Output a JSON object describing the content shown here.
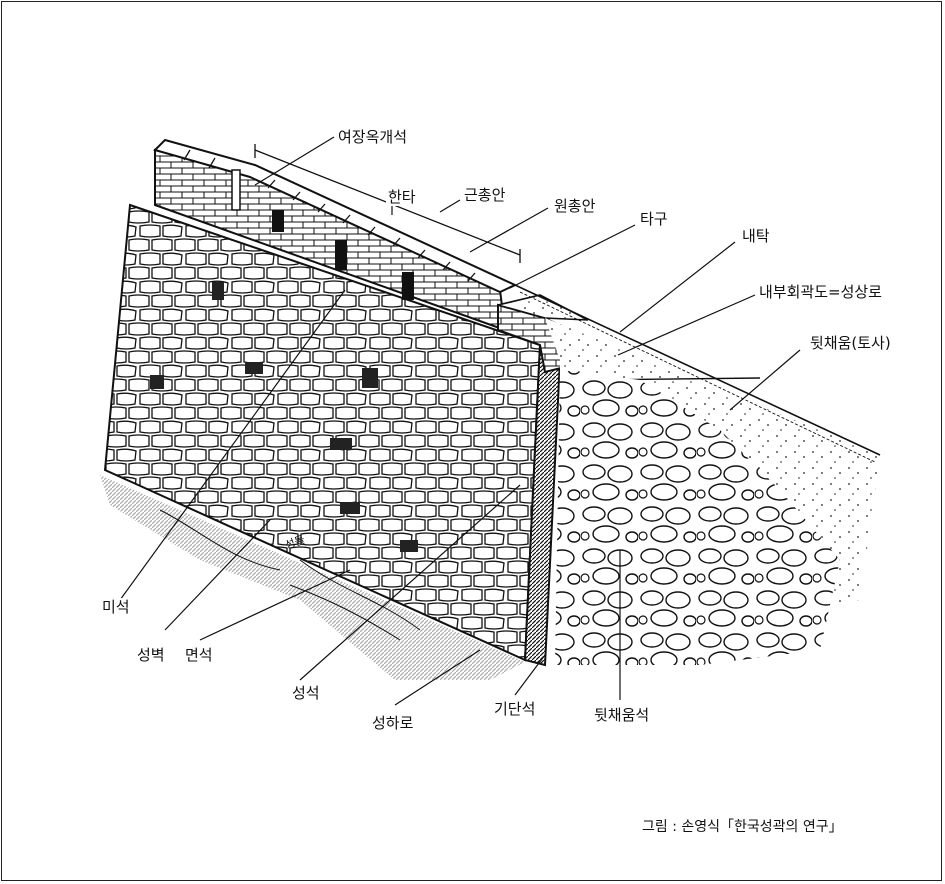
{
  "labels": {
    "yeojang_okgaeseok": "여장옥개석",
    "hanta": "한타",
    "geunchongan": "근총안",
    "wonchongan": "원총안",
    "tagu": "타구",
    "naetak": "내탁",
    "naebu_hoegwakdo": "내부회곽도=성상로",
    "dwitchaeum_tosa": "뒷채움(토사)",
    "miseok": "미석",
    "seongbyeok": "성벽",
    "myeonseok": "면석",
    "seongseok": "성석",
    "seongharo": "성하로",
    "gidanseok": "기단석",
    "dwitchaeumseok": "뒷채움석",
    "inscription": "성돌"
  },
  "caption": "그림 : 손영식「한국성곽의 연구」",
  "colors": {
    "ink": "#111111",
    "paper": "#ffffff",
    "border": "#222222"
  }
}
